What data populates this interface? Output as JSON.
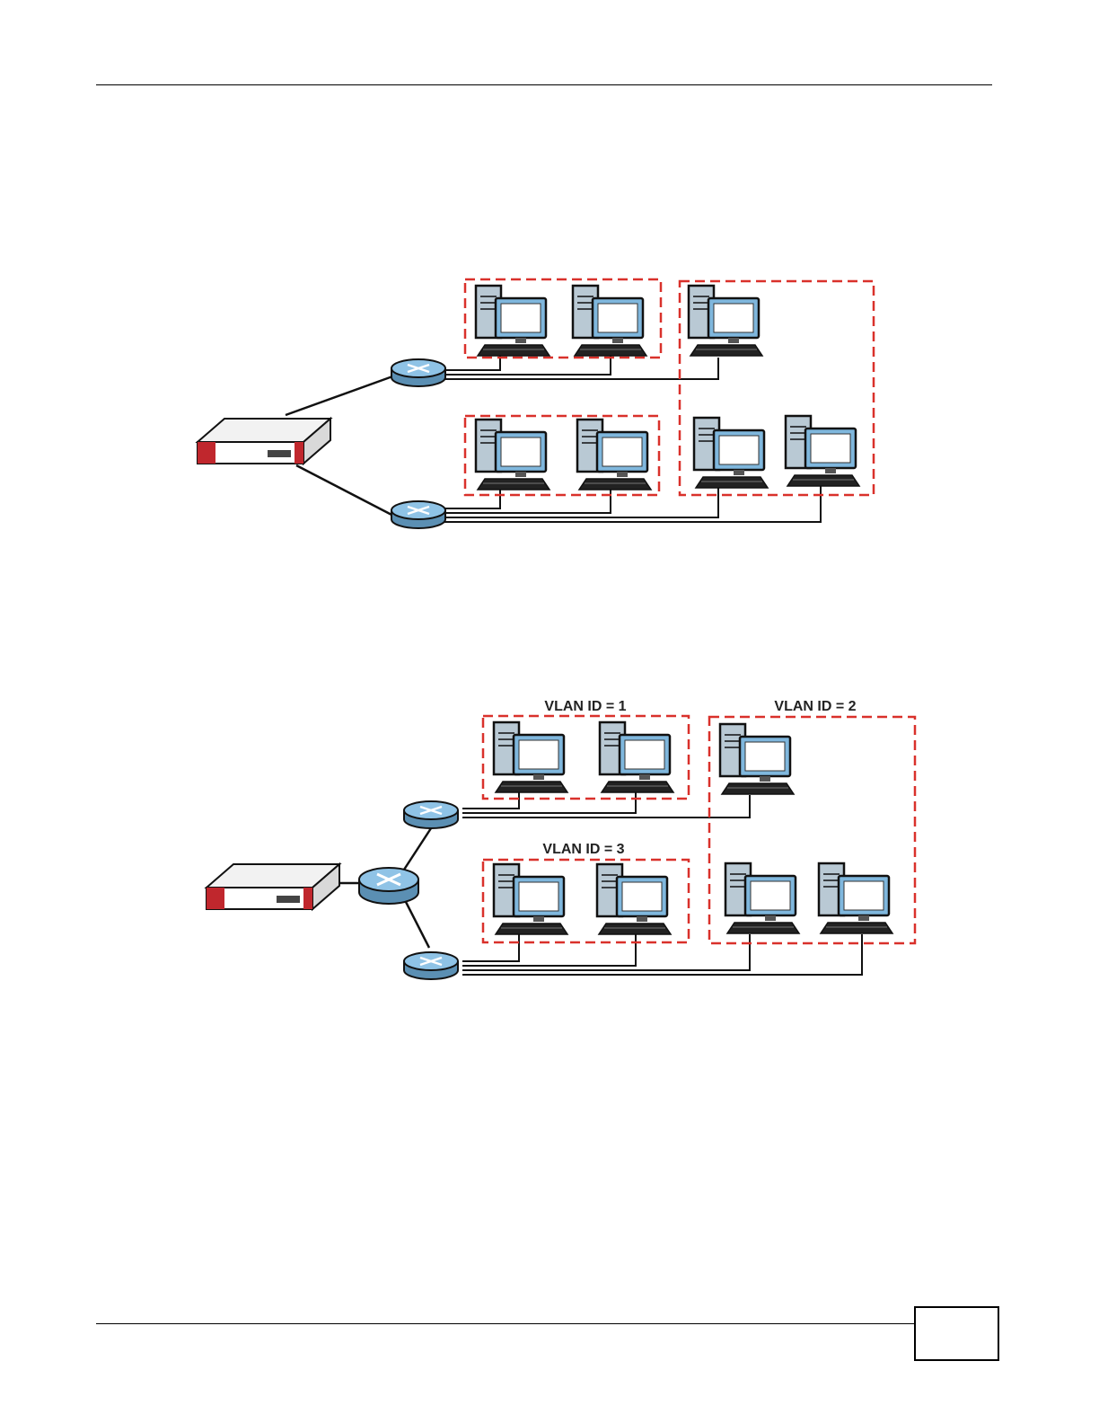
{
  "figure2": {
    "vlan_labels": [
      "VLAN ID = 1",
      "VLAN ID = 2",
      "VLAN ID = 3"
    ]
  },
  "colors": {
    "vlan_box": "#d9312b",
    "computer_screen": "#7fb7dd",
    "switch": "#8fc3e6",
    "device_accent": "#c0272d"
  },
  "icons": [
    "firewall-device-icon",
    "switch-icon",
    "computer-icon"
  ]
}
